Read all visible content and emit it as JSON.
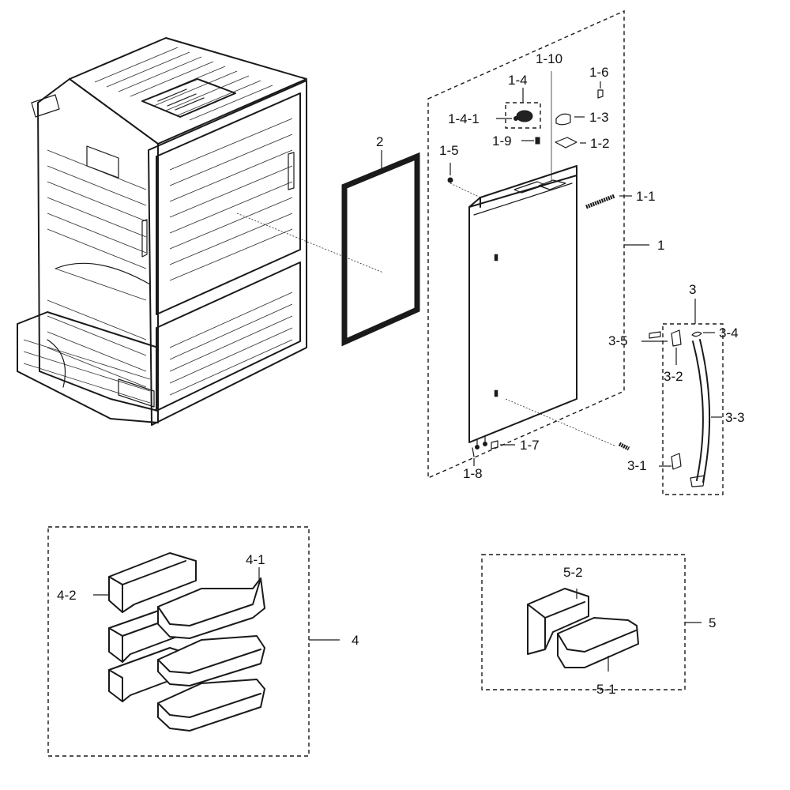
{
  "parts": [
    {
      "id": "cabinet",
      "label": ""
    },
    {
      "id": "door-gasket",
      "label": "2"
    },
    {
      "id": "door-assembly",
      "label": "1"
    },
    {
      "id": "hinge-shaft",
      "label": "1-1"
    },
    {
      "id": "hinge-cap",
      "label": "1-2"
    },
    {
      "id": "hinge-cover",
      "label": "1-3"
    },
    {
      "id": "sensor-group",
      "label": "1-4"
    },
    {
      "id": "sensor",
      "label": "1-4-1"
    },
    {
      "id": "hinge-screw-top",
      "label": "1-5"
    },
    {
      "id": "screw",
      "label": "1-6"
    },
    {
      "id": "lower-hinge-pin",
      "label": "1-7"
    },
    {
      "id": "lower-hinge-screw",
      "label": "1-8"
    },
    {
      "id": "hinge-bushing",
      "label": "1-9"
    },
    {
      "id": "wire-harness",
      "label": "1-10"
    },
    {
      "id": "handle-assembly",
      "label": "3"
    },
    {
      "id": "handle-bolt",
      "label": "3-1"
    },
    {
      "id": "handle-holder",
      "label": "3-2"
    },
    {
      "id": "handle-bar",
      "label": "3-3"
    },
    {
      "id": "handle-screw",
      "label": "3-4"
    },
    {
      "id": "handle-plug",
      "label": "3-5"
    },
    {
      "id": "guard-assembly",
      "label": "4"
    },
    {
      "id": "door-guard-lower",
      "label": "4-1"
    },
    {
      "id": "door-guard-upper",
      "label": "4-2"
    },
    {
      "id": "guard-assembly-small",
      "label": "5"
    },
    {
      "id": "guard-small-lower",
      "label": "5-1"
    },
    {
      "id": "guard-small-upper",
      "label": "5-2"
    }
  ],
  "colors": {
    "ink": "#1a1a1a",
    "background": "#ffffff"
  }
}
